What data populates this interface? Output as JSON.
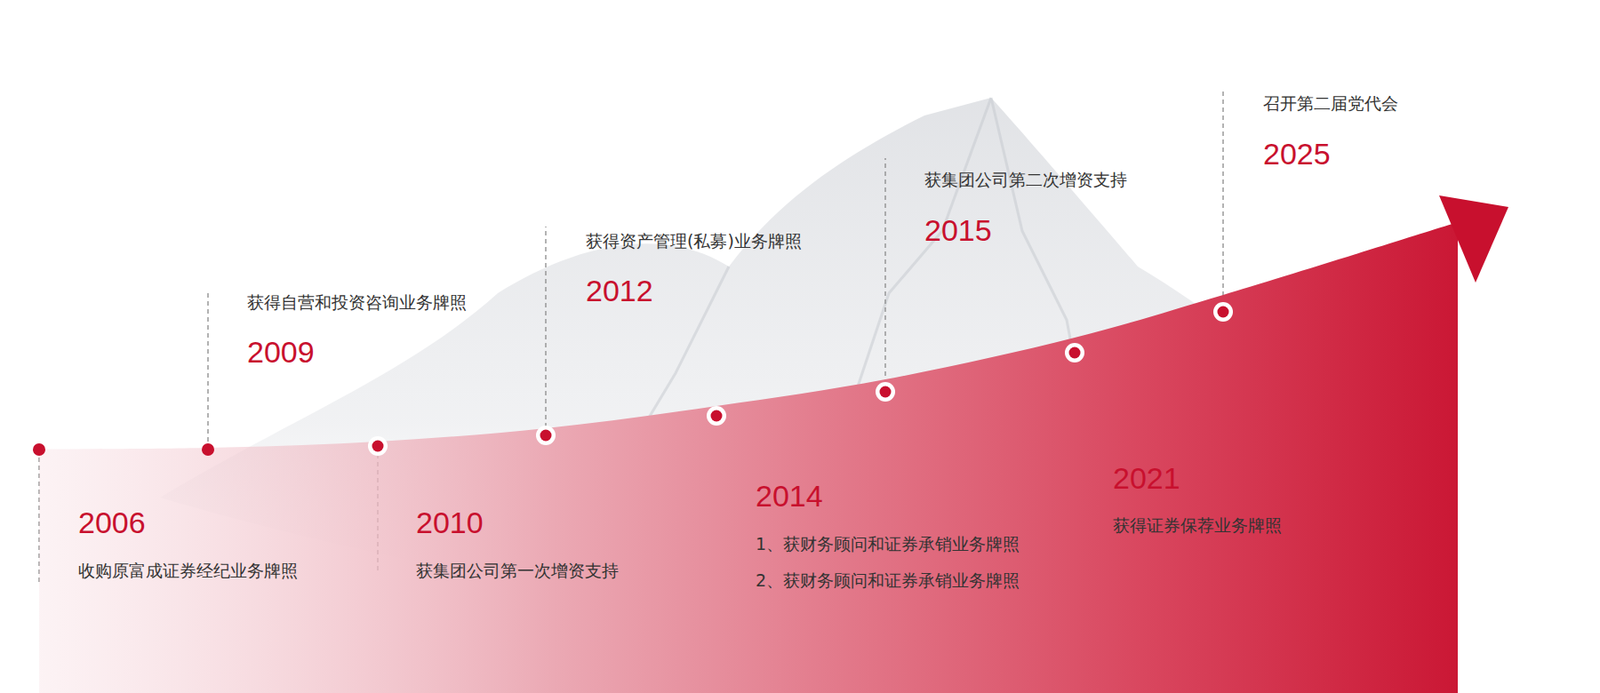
{
  "diagram": {
    "labels": [
      "2006",
      "收购原富成证券经纪业务牌照",
      "2009",
      "获得自营和投资咨询业务牌照",
      "2010",
      "获集团公司第一次增资支持",
      "2012",
      "获得资产管理(私募)业务牌照",
      "2014",
      "1、获财务顾问和证券承销业务牌照",
      "2、获财务顾问和证券承销业务牌照",
      "2015",
      "获集团公司第二次增资支持",
      "2021",
      "获得证券保荐业务牌照",
      "2025",
      "召开第二届党代会"
    ]
  }
}
